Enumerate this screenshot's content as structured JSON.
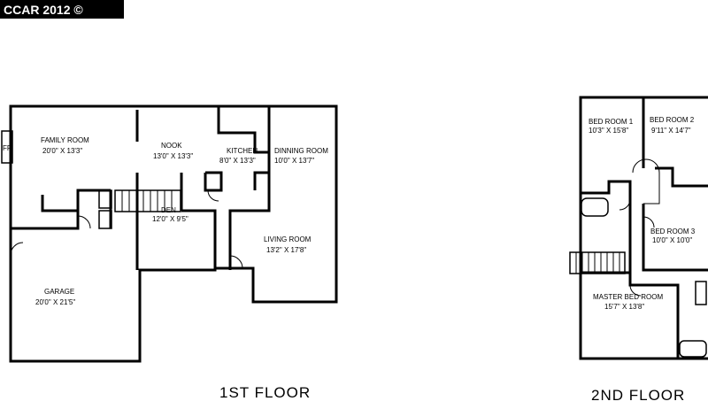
{
  "watermark": "CCAR 2012 ©",
  "fireplace_label": "FP",
  "floors": [
    {
      "label": "1ST FLOOR",
      "rooms": [
        {
          "name": "FAMILY ROOM",
          "dims": "20'0\" X 13'3\""
        },
        {
          "name": "NOOK",
          "dims": "13'0\" X 13'3\""
        },
        {
          "name": "KITCHEN",
          "dims": "8'0\" X 13'3\""
        },
        {
          "name": "DINNING ROOM",
          "dims": "10'0\" X 13'7\""
        },
        {
          "name": "DEN",
          "dims": "12'0\" X 9'5\""
        },
        {
          "name": "LIVING ROOM",
          "dims": "13'2\" X 17'8\""
        },
        {
          "name": "GARAGE",
          "dims": "20'0\" X 21'5\""
        }
      ]
    },
    {
      "label": "2ND FLOOR",
      "rooms": [
        {
          "name": "BED ROOM 1",
          "dims": "10'3\" X 15'8\""
        },
        {
          "name": "BED ROOM 2",
          "dims": "9'11\" X 14'7\""
        },
        {
          "name": "BED ROOM 3",
          "dims": "10'0\" X 10'0\""
        },
        {
          "name": "MASTER BED ROOM",
          "dims": "15'7\" X 13'8\""
        }
      ]
    }
  ]
}
